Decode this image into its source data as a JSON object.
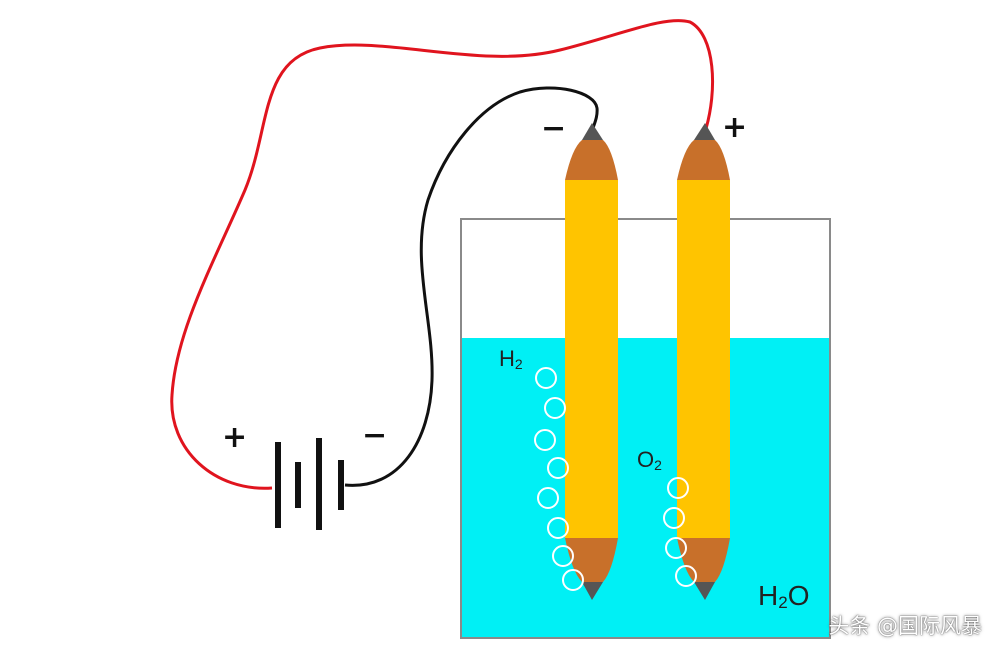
{
  "colors": {
    "water": "#00f0f5",
    "beaker_outline": "#8a8a8a",
    "wire_positive": "#e0141e",
    "wire_negative": "#111111",
    "pencil_body": "#ffc400",
    "pencil_tip_wood": "#c8702a",
    "pencil_lead": "#555555",
    "battery": "#111111",
    "bubble": "#ffffff"
  },
  "labels": {
    "battery_plus": "+",
    "battery_minus": "−",
    "cathode_sign": "−",
    "anode_sign": "+",
    "hydrogen": {
      "main": "H",
      "sub": "2"
    },
    "oxygen": {
      "main": "O",
      "sub": "2"
    },
    "water": {
      "a": "H",
      "sub": "2",
      "b": "O"
    }
  },
  "watermark": "头条 @国际风暴",
  "bubbles": {
    "hydrogen_count": 8,
    "oxygen_count": 4
  }
}
